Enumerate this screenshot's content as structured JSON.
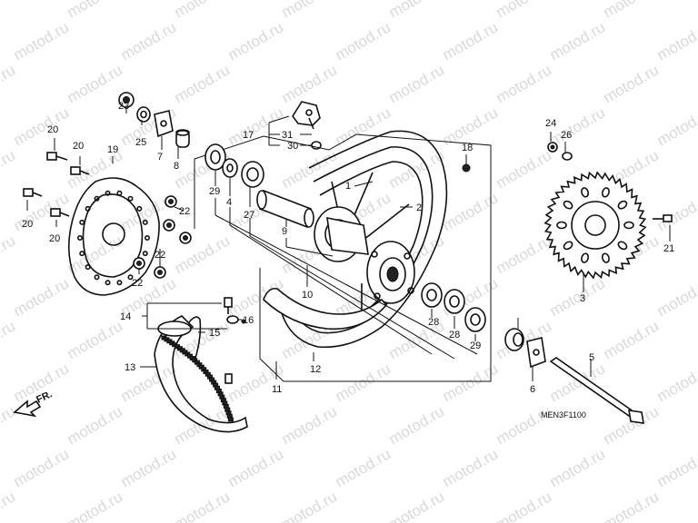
{
  "watermark": "motod.ru",
  "diagram_code": "MEN3F1100",
  "front_indicator": "FR.",
  "callouts": [
    "1",
    "2",
    "3",
    "4",
    "5",
    "6",
    "7",
    "8",
    "9",
    "10",
    "11",
    "12",
    "13",
    "14",
    "15",
    "16",
    "17",
    "18",
    "19",
    "20",
    "21",
    "22",
    "23",
    "24",
    "25",
    "26",
    "27",
    "28",
    "29",
    "30",
    "31"
  ]
}
